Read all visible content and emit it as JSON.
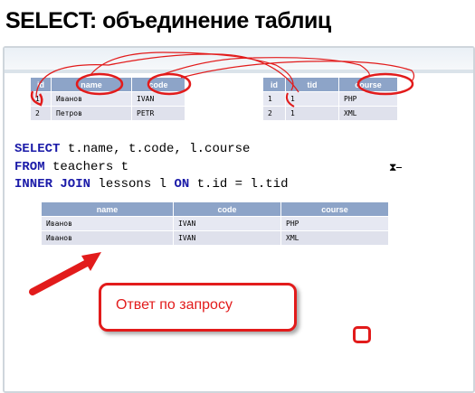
{
  "title": "SELECT: объединение таблиц",
  "teachers": {
    "headers": [
      "id",
      "name",
      "code"
    ],
    "rows": [
      [
        "1",
        "Иванов",
        "IVAN"
      ],
      [
        "2",
        "Петров",
        "PETR"
      ]
    ]
  },
  "lessons": {
    "headers": [
      "id",
      "tid",
      "course"
    ],
    "rows": [
      [
        "1",
        "1",
        "PHP"
      ],
      [
        "2",
        "1",
        "XML"
      ]
    ]
  },
  "sql": {
    "line1_kw": "SELECT",
    "line1_rest": " t.name, t.code, l.course",
    "line2_kw": "FROM",
    "line2_rest": " teachers t",
    "line3_kw": "INNER JOIN",
    "line3_mid": " lessons l ",
    "line3_kw2": "ON",
    "line3_rest": " t.id = l.tid"
  },
  "result": {
    "headers": [
      "name",
      "code",
      "course"
    ],
    "rows": [
      [
        "Иванов",
        "IVAN",
        "PHP"
      ],
      [
        "Иванов",
        "IVAN",
        "XML"
      ]
    ]
  },
  "callout": "Ответ по запросу",
  "colors": {
    "accent_red": "#e21b1b",
    "table_header": "#8da4c8",
    "keyword": "#1a1aa8"
  },
  "icons": [
    "hourglass-icon",
    "stop-icon",
    "arrow-icon"
  ]
}
